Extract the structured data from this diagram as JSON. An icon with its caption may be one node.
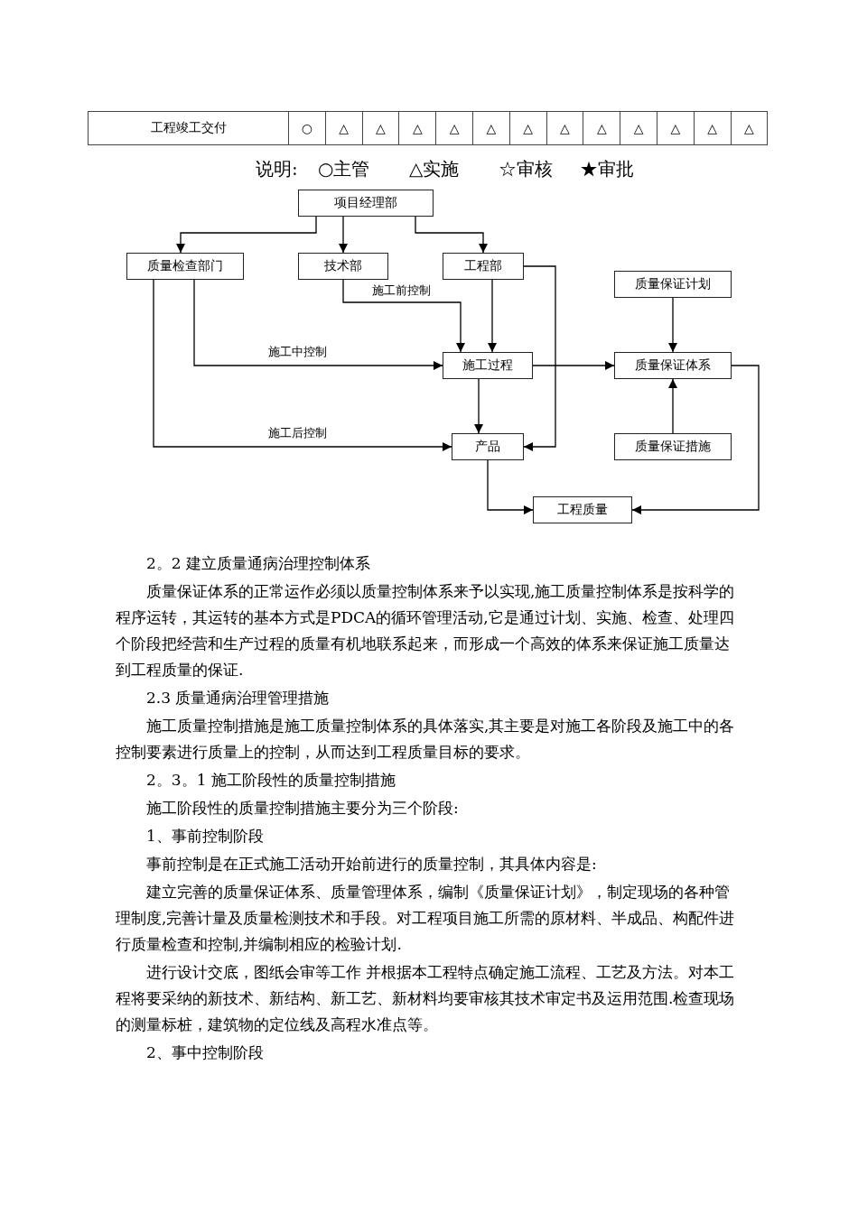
{
  "diagram": {
    "nodes": [
      {
        "text": [
          "项目经理部"
        ]
      },
      {
        "text": [
          "质量检查部门"
        ]
      },
      {
        "text": [
          "技术部"
        ]
      },
      {
        "text": [
          "工程部"
        ]
      },
      {
        "text": [
          "施工过程"
        ]
      },
      {
        "text": [
          "质量保证计划"
        ]
      },
      {
        "text": [
          "质量保证体系"
        ]
      },
      {
        "text": [
          "产品"
        ]
      },
      {
        "text": [
          "质量保证措施"
        ]
      },
      {
        "text": [
          "工程质量"
        ]
      }
    ],
    "edges": [
      {
        "from": 0,
        "to": 1,
        "arrow": "to"
      },
      {
        "from": 0,
        "to": 2,
        "arrow": "to"
      },
      {
        "from": 0,
        "to": 3,
        "arrow": "to"
      },
      {
        "from": 2,
        "to": 4,
        "arrow": "to",
        "label": "施工前控制"
      },
      {
        "from": 3,
        "to": 4,
        "arrow": "to"
      },
      {
        "from": 1,
        "to": 4,
        "arrow": "to",
        "label": "施工中控制"
      },
      {
        "from": 1,
        "to": 7,
        "arrow": "to",
        "label": "施工后控制"
      },
      {
        "from": 3,
        "to": 7,
        "arrow": "to"
      },
      {
        "from": 4,
        "to": 7,
        "arrow": "to"
      },
      {
        "from": 4,
        "to": 6,
        "arrow": "to"
      },
      {
        "from": 5,
        "to": 6,
        "arrow": "to"
      },
      {
        "from": 8,
        "to": 6,
        "arrow": "to"
      },
      {
        "from": 7,
        "to": 9,
        "arrow": "to"
      },
      {
        "from": 6,
        "to": 9,
        "arrow": "to"
      }
    ],
    "labels": [
      "工程竣工交付",
      "○",
      "△",
      "△",
      "△",
      "△",
      "△",
      "△",
      "△",
      "△",
      "△",
      "△",
      "△",
      "△",
      "说明:",
      "○主管",
      "△实施",
      "☆审核",
      "★审批",
      "2。2 建立质量通病治理控制体系",
      "质量保证体系的正常运作必须以质量控制体系来予以实现,施工质量控制体系是按科学的程序运转，其运转的基本方式是PDCA的循环管理活动,它是通过计划、实施、检查、处理四个阶段把经营和生产过程的质量有机地联系起来，而形成一个高效的体系来保证施工质量达到工程质量的保证.",
      "2.3 质量通病治理管理措施",
      "施工质量控制措施是施工质量控制体系的具体落实,其主要是对施工各阶段及施工中的各控制要素进行质量上的控制，从而达到工程质量目标的要求。",
      "2。3。1 施工阶段性的质量控制措施",
      "施工阶段性的质量控制措施主要分为三个阶段:",
      "1、事前控制阶段",
      "事前控制是在正式施工活动开始前进行的质量控制，其具体内容是:",
      "建立完善的质量保证体系、质量管理体系，编制《质量保证计划》，制定现场的各种管理制度,完善计量及质量检测技术和手段。对工程项目施工所需的原材料、半成品、构配件进行质量检查和控制,并编制相应的检验计划.",
      "进行设计交底，图纸会审等工作 并根据本工程特点确定施工流程、工艺及方法。对本工程将要采纳的新技术、新结构、新工艺、新材料均要审核其技术审定书及运用范围.检查现场的测量标桩，建筑物的定位线及高程水准点等。",
      "2、事中控制阶段"
    ]
  }
}
